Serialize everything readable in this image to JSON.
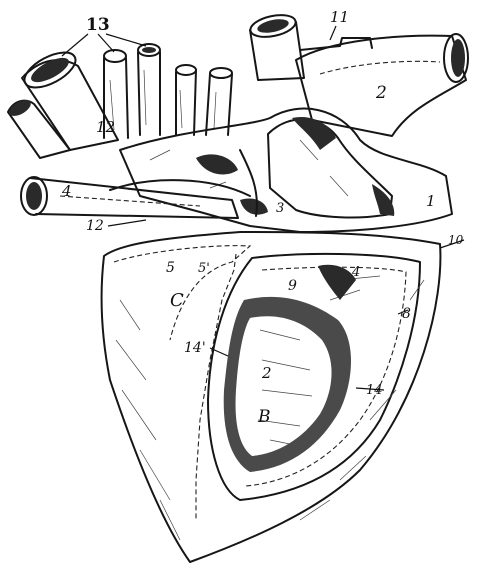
{
  "figure": {
    "labels": {
      "l13": "13",
      "l11": "11",
      "l2": "2",
      "l12a": "12",
      "l4": "4",
      "l12b": "12",
      "l1": "1",
      "l10": "10",
      "l3": "3",
      "l5": "5",
      "l5p": "5'",
      "lC": "C",
      "l9": "9",
      "l4b": "4",
      "l8": "8",
      "l14p": "14'",
      "l2b": "2",
      "lB": "B",
      "l14": "14"
    }
  }
}
